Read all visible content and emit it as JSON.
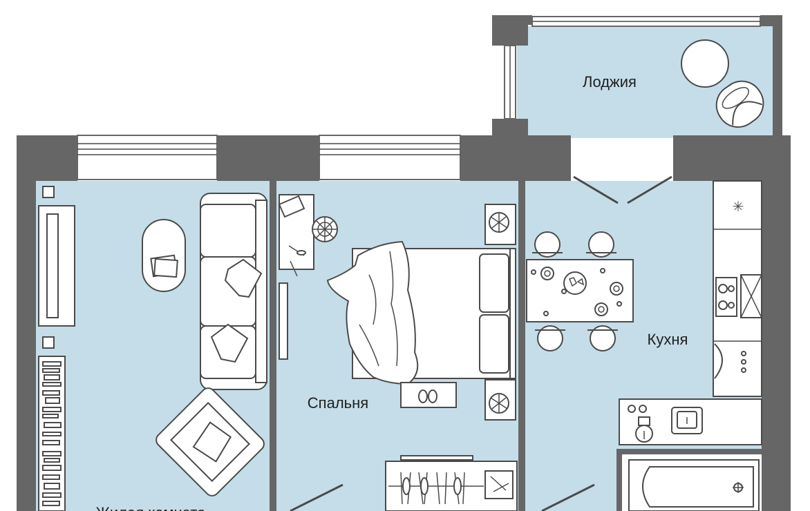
{
  "plan": {
    "rooms": [
      {
        "id": "loggia",
        "label": "Лоджия"
      },
      {
        "id": "kitchen",
        "label": "Кухня"
      },
      {
        "id": "bedroom",
        "label": "Спальня"
      },
      {
        "id": "living",
        "label": "Жилая комната"
      }
    ],
    "colors": {
      "floor": "#c5dde9",
      "wall": "#666666",
      "window_frame": "#ffffff",
      "furniture_stroke": "#4a4a4a"
    }
  }
}
